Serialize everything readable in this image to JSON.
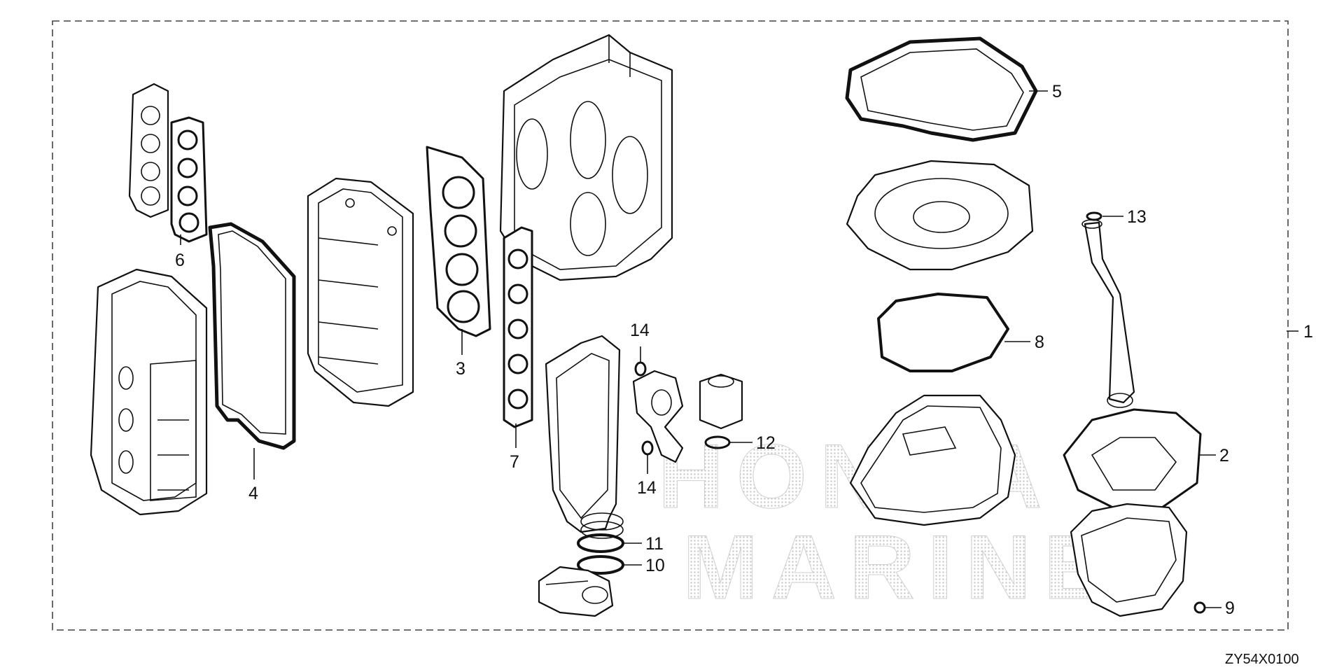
{
  "diagram_code": "ZY54X0100",
  "watermark": {
    "line1": "HONDA",
    "line2": "MARINE"
  },
  "callouts": [
    {
      "id": "1",
      "label": "1"
    },
    {
      "id": "2",
      "label": "2"
    },
    {
      "id": "3",
      "label": "3"
    },
    {
      "id": "4",
      "label": "4"
    },
    {
      "id": "5",
      "label": "5"
    },
    {
      "id": "6",
      "label": "6"
    },
    {
      "id": "7",
      "label": "7"
    },
    {
      "id": "8",
      "label": "8"
    },
    {
      "id": "9",
      "label": "9"
    },
    {
      "id": "10",
      "label": "10"
    },
    {
      "id": "11",
      "label": "11"
    },
    {
      "id": "12",
      "label": "12"
    },
    {
      "id": "13",
      "label": "13"
    },
    {
      "id": "14a",
      "label": "14"
    },
    {
      "id": "14b",
      "label": "14"
    }
  ],
  "colors": {
    "line": "#111111",
    "background": "#ffffff",
    "watermark": "#d4d4d4"
  }
}
